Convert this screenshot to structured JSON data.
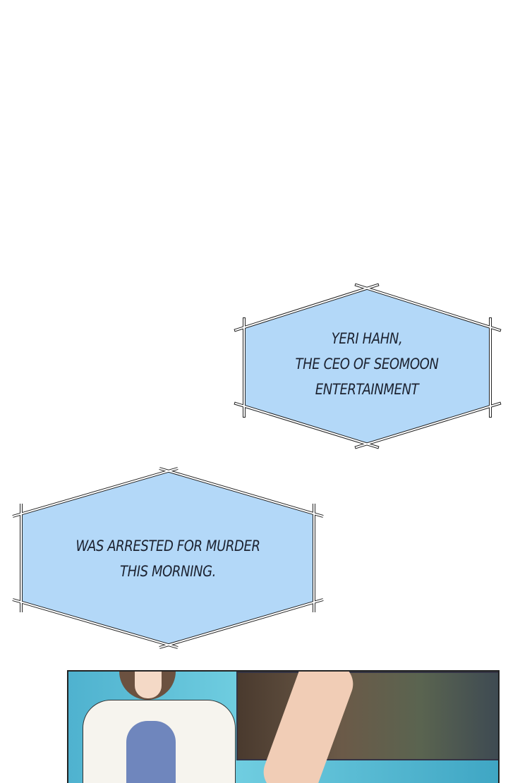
{
  "captions": [
    {
      "lines": [
        "YERI HAHN,",
        "THE CEO OF SEOMOON",
        "ENTERTAINMENT"
      ]
    },
    {
      "lines": [
        "WAS ARRESTED FOR MURDER",
        "THIS MORNING."
      ]
    }
  ],
  "colors": {
    "caption_fill": "#b3d8f8",
    "caption_border": "#2a2a2a"
  }
}
